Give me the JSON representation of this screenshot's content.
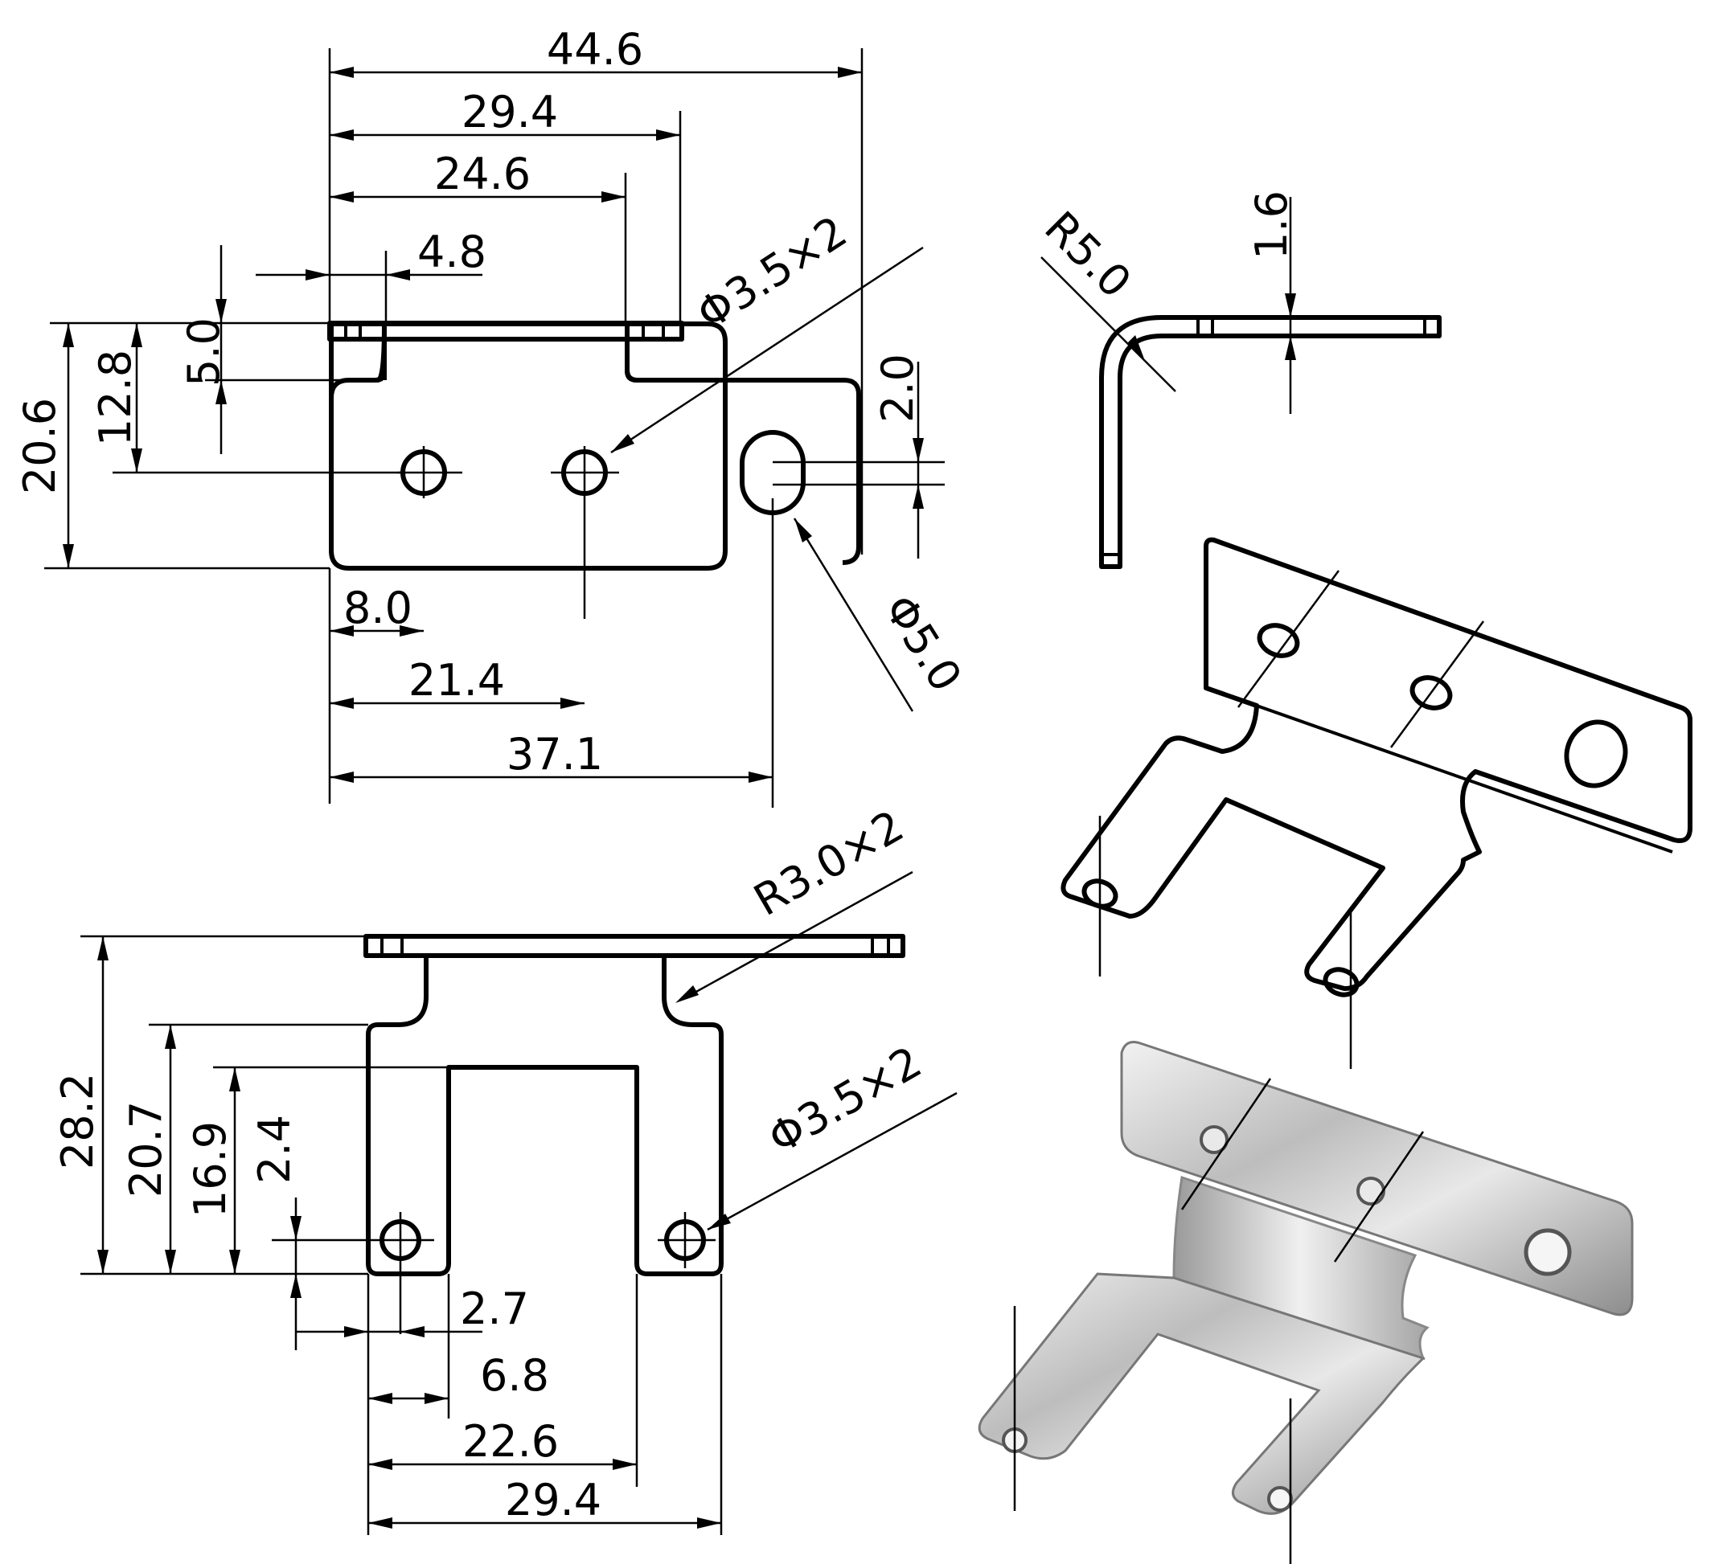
{
  "top_view": {
    "width_overall": "44.6",
    "width_tab_outer": "29.4",
    "width_tab_inner": "24.6",
    "tab_left": "4.8",
    "height_overall": "20.6",
    "hole_height": "12.8",
    "tab_height": "5.0",
    "slot_offset": "2.0",
    "hole_callout": "Φ3.5×2",
    "slot_callout": "Φ5.0",
    "hole1_x": "8.0",
    "hole2_x": "21.4",
    "slot_x": "37.1"
  },
  "side_view": {
    "thickness": "1.6",
    "bend_radius": "R5.0"
  },
  "front_view": {
    "radius_callout": "R3.0×2",
    "height_overall": "28.2",
    "height_shoulder": "20.7",
    "height_slot": "16.9",
    "hole_height": "2.4",
    "hole_callout": "Φ3.5×2",
    "hole_x": "2.7",
    "leg_width": "6.8",
    "slot_right": "22.6",
    "width_overall": "29.4"
  }
}
